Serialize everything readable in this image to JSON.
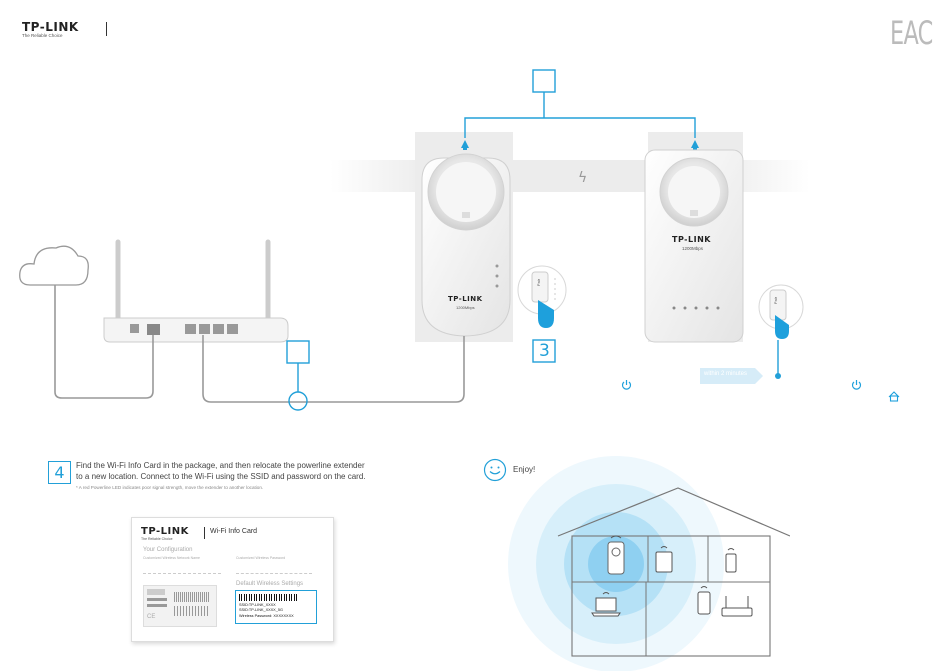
{
  "header": {
    "brand": "TP-LINK",
    "tagline": "The Reliable Choice",
    "cert_mark": "EAC"
  },
  "diagram": {
    "adapter_brand": "TP-LINK",
    "adapter_speed": "1200Mbps",
    "extender_brand": "TP-LINK",
    "extender_speed": "1200Mbps",
    "pair_label": "Pair",
    "step3_number": "3",
    "within_label": "within 2 minutes"
  },
  "step4": {
    "number": "4",
    "line1": "Find the Wi-Fi Info Card in the package, and then relocate the powerline extender",
    "line2": "to a new location. Connect to the Wi-Fi using the SSID and password on the card.",
    "note": "* A red Powerline LED    indicates poor signal strength, move the extender to another location."
  },
  "card": {
    "brand": "TP-LINK",
    "tagline": "The Reliable Choice",
    "title": "Wi-Fi Info Card",
    "your_config": "Your Configuration",
    "custom_name": "Customized Wireless Network Name",
    "custom_pass": "Customized Wireless Password",
    "default_settings": "Default Wireless Settings",
    "ssid1": "SSID:TP-LINK_XXXX",
    "ssid2": "SSID:TP-LINK_XXXX_5G",
    "password": "Wireless Password: XXXXXXXX"
  },
  "enjoy": {
    "label": "Enjoy!"
  }
}
